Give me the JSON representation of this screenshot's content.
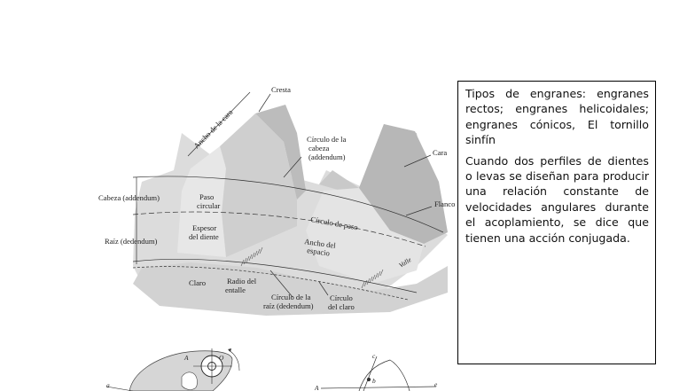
{
  "figure": {
    "labels": {
      "cresta": "Cresta",
      "ancho_cara": "Ancho de la cara",
      "circulo_cabeza": [
        "Círculo de la",
        "cabeza",
        "(addendum)"
      ],
      "cara": "Cara",
      "flanco": "Flanco",
      "cabeza": "Cabeza (addendum)",
      "paso_circular": [
        "Paso",
        "circular"
      ],
      "espesor": [
        "Espesor",
        "del diente"
      ],
      "raiz": "Raíz (dedendum)",
      "circulo_paso": "Círculo de paso",
      "ancho_espacio": [
        "Ancho del",
        "espacio"
      ],
      "valle": "Valle",
      "claro": "Claro",
      "radio_entalle": [
        "Radio del",
        "entalle"
      ],
      "circulo_raiz": [
        "Círculo de la",
        "raíz (dedendum)"
      ],
      "circulo_claro": [
        "Círculo",
        "del claro"
      ],
      "cam_A": "A",
      "cam_O": "O",
      "cam_a": "a",
      "conj_c": "c",
      "conj_b": "b",
      "conj_A": "A",
      "conj_e": "e"
    }
  },
  "textbox": {
    "p1": "Tipos de engranes: engranes rectos; engranes helicoidales; engranes cónicos, El tornillo sinfín",
    "p2": "Cuando dos perfiles de dientes o levas se diseñan para producir una relación constante de velocidades angulares durante el acoplamiento, se dice que tienen una acción conjugada."
  }
}
